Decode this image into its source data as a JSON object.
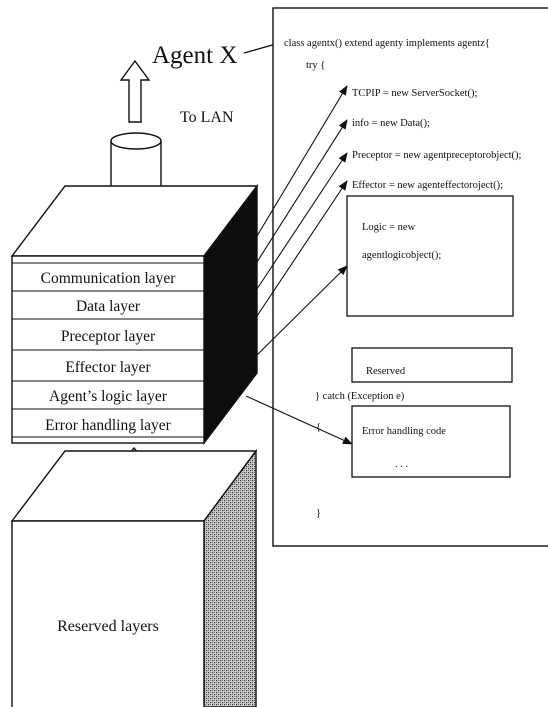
{
  "title": "Agent X",
  "lan_label": "To LAN",
  "layers": [
    "Communication layer",
    "Data layer",
    "Preceptor layer",
    "Effector layer",
    "Agent’s logic layer",
    "Error handling layer"
  ],
  "reserved_layers_label": "Reserved layers",
  "code": {
    "class_decl": "class agentx() extend agenty implements agentz{",
    "try_open": "try {",
    "tcpip": "TCPIP = new ServerSocket();",
    "info": "info = new Data();",
    "preceptor": "Preceptor = new agentpreceptorobject();",
    "effector": "Effector = new agenteffectoroject();",
    "logic_line1": "Logic = new",
    "logic_line2": "agentlogicobject();",
    "reserved": "Reserved",
    "catch": "} catch (Exception e)",
    "catch_open": "{",
    "error_code": "Error handling code",
    "ellipsis": ". . .",
    "close_brace": "}"
  },
  "colors": {
    "stroke": "#111111",
    "background": "#ffffff",
    "dark_face": "#0d0d0d"
  }
}
